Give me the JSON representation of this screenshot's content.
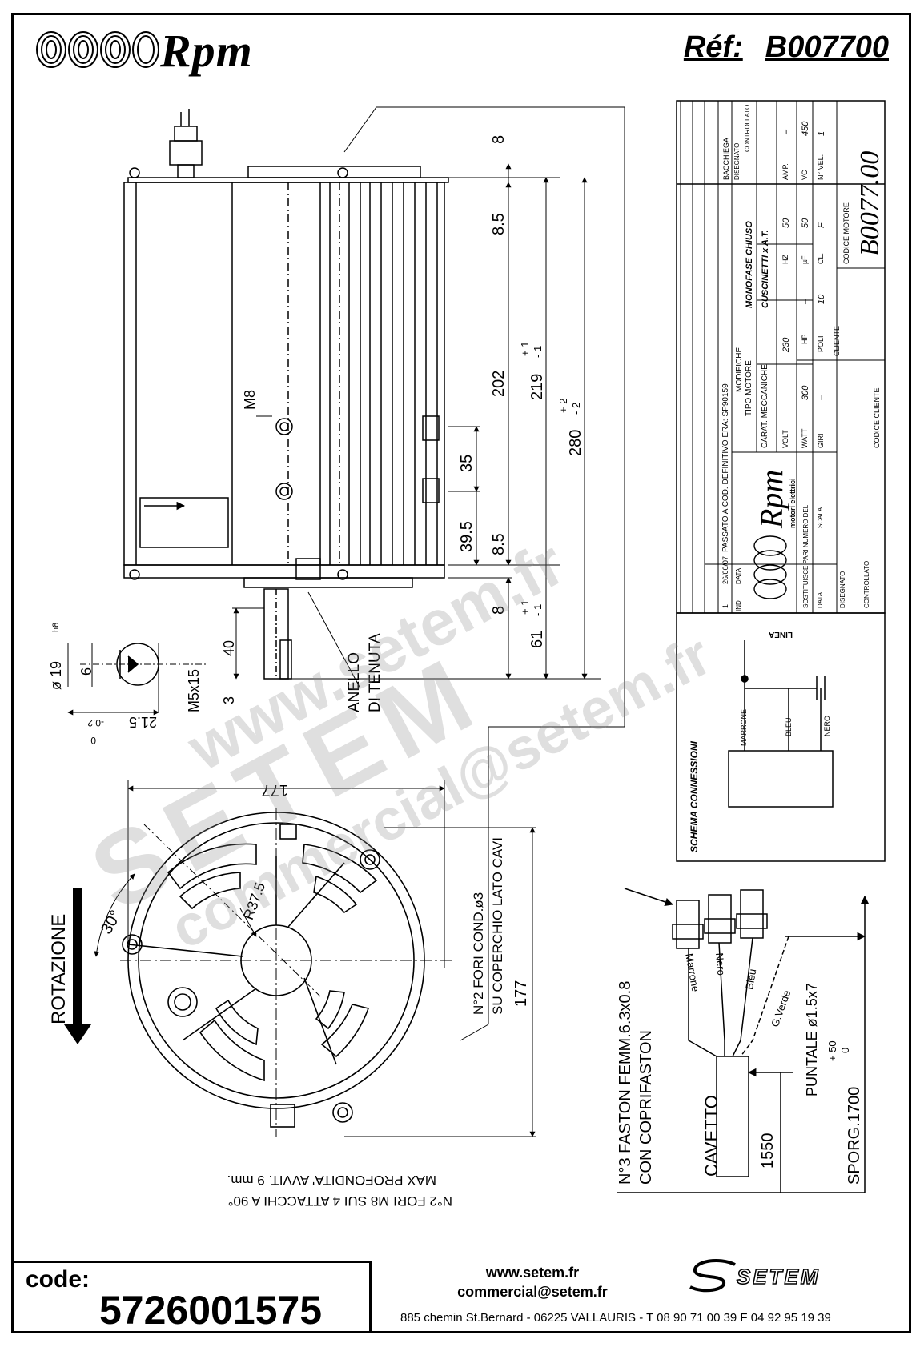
{
  "header": {
    "brand": "Rpm",
    "ref_label": "Réf:",
    "ref_value": "B007700"
  },
  "dimensions": {
    "d8_top": "8",
    "d8_5_top": "8.5",
    "d202": "202",
    "d219": "219",
    "d219_tol_plus": "+ 1",
    "d219_tol_minus": "- 1",
    "d280": "280",
    "d280_tol_plus": "+ 2",
    "d280_tol_minus": "- 2",
    "d35": "35",
    "d39_5": "39.5",
    "d8_5_bottom": "8.5",
    "d8_bottom": "8",
    "d61": "61",
    "d61_tol_plus": "+ 1",
    "d61_tol_minus": "- 1",
    "m8": "M8",
    "shaft_dia": "ø 19",
    "shaft_tol": "h8",
    "shaft_flat": "6",
    "shaft_21_5": "21.5",
    "shaft_21_5_tol_plus": "0",
    "shaft_21_5_tol_minus": "-0.2",
    "m5x15": "M5x15",
    "d40": "40",
    "d3": "3",
    "width_177": "177",
    "height_177": "177",
    "r37_5": "R37.5",
    "angle_30": "30°"
  },
  "labels": {
    "anello_1": "ANELLO",
    "anello_2": "DI TENUTA",
    "rotazione": "ROTAZIONE",
    "fori_cond_1": "N°2 FORI COND.ø3",
    "fori_cond_2": "SU COPERCHIO LATO CAVI",
    "fori_m8_1": "N°2 FORI M8 SUI 4 ATTACCHI A 90°",
    "fori_m8_2": "MAX PROFONDITA' AVVIT. 9 mm.",
    "faston_1": "N°3 FASTON FEMM.6.3x0.8",
    "faston_2": "CON COPRIFASTON",
    "cavetto": "CAVETTO",
    "d1550": "1550",
    "puntale": "PUNTALE ø1.5x7",
    "sporg": "SPORG.1700",
    "sporg_tol_plus": "+ 50",
    "sporg_tol_minus": "0",
    "wire_marrone": "Marrone",
    "wire_nero": "Nero",
    "wire_bleu": "Bleu",
    "wire_gverde": "G.Verde"
  },
  "title_block": {
    "bacchiega": "BACCHIEGA",
    "disegnato": "DISEGNATO",
    "controllato": "CONTROLLATO",
    "rev_date": "26/06/07",
    "rev_ind": "1",
    "rev_desc": "PASSATO A COD. DEFINITIVO ERA: SP90159",
    "modifiche": "MODIFICHE",
    "ind": "IND",
    "data": "DATA",
    "tipo_motore_label": "TIPO MOTORE",
    "tipo_motore_value": "MONOFASE CHIUSO",
    "carat_label": "CARAT. MECCANICHE",
    "carat_value": "CUSCINETTI x A.T.",
    "volt_label": "VOLT",
    "volt_value": "230",
    "hz_label": "HZ",
    "hz_value": "50",
    "amp_label": "AMP.",
    "amp_value": "–",
    "watt_label": "WATT",
    "watt_value": "300",
    "hp_label": "HP",
    "hp_value": "–",
    "uf_label": "µF",
    "uf_value": "50",
    "vc_label": "VC",
    "vc_value": "450",
    "giri_label": "GIRI",
    "giri_value": "–",
    "poli_label": "POLI",
    "poli_value": "10",
    "cl_label": "CL.",
    "cl_value": "F",
    "nvel_label": "N° VEL.",
    "nvel_value": "1",
    "codice_motore_label": "CODICE MOTORE",
    "codice_motore_value": "B0077.00",
    "cliente_label": "CLIENTE",
    "codice_cliente_label": "CODICE CLIENTE",
    "logo_text": "Rpm",
    "logo_sub": "motori elettrici",
    "sostituisce": "SOSTITUISCE PARI NUMERO DEL",
    "scala": "SCALA",
    "data2": "DATA",
    "disegnato2": "DISEGNATO",
    "controllato2": "CONTROLLATO"
  },
  "schema": {
    "title": "SCHEMA CONNESSIONI",
    "linea": "LINEA",
    "marrone": "MARRONE",
    "bleu": "BLEU",
    "nero": "NERO"
  },
  "watermark": {
    "line1": "www.setem.fr",
    "line2": "SETEM",
    "line3": "commercial@setem.fr"
  },
  "footer": {
    "code_label": "code:",
    "code_value": "5726001575",
    "website": "www.setem.fr",
    "email": "commercial@setem.fr",
    "address": "885 chemin St.Bernard  -  06225 VALLAURIS  -  T 08 90 71 00 39  F 04 92 95 19 39",
    "logo": "SETEM"
  }
}
